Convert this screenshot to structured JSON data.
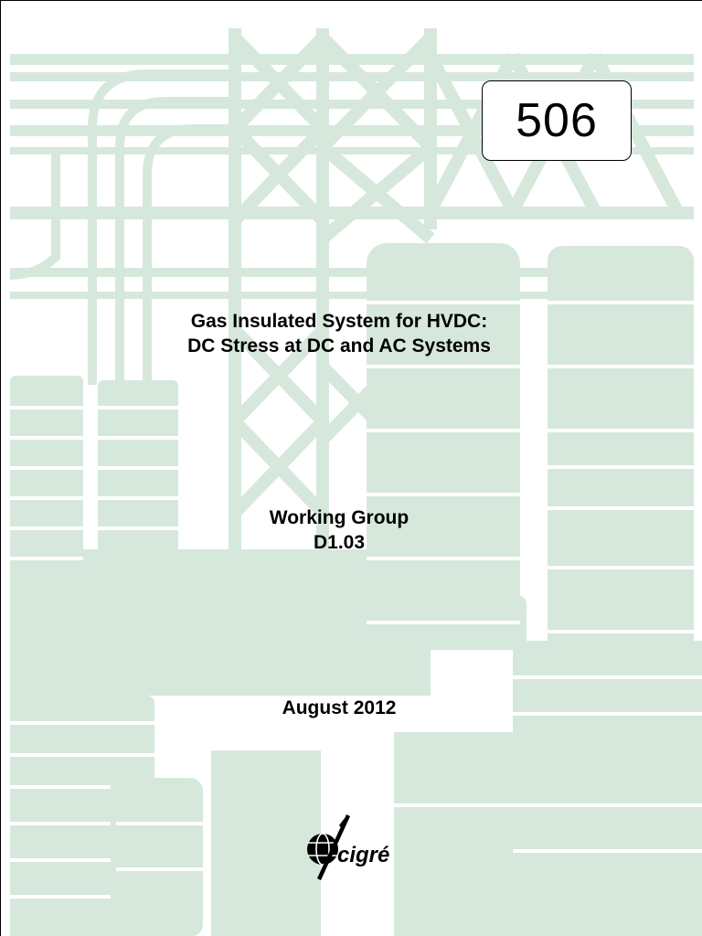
{
  "brochure": {
    "number": "506",
    "title_line1": "Gas Insulated System for HVDC:",
    "title_line2": "DC Stress at DC and AC Systems",
    "group_line1": "Working Group",
    "group_line2": "D1.03",
    "date": "August 2012"
  },
  "logo": {
    "name": "cigre-logo",
    "text": "cigré"
  },
  "colors": {
    "background": "#ffffff",
    "artwork": "#d6e8dc",
    "text": "#000000"
  }
}
